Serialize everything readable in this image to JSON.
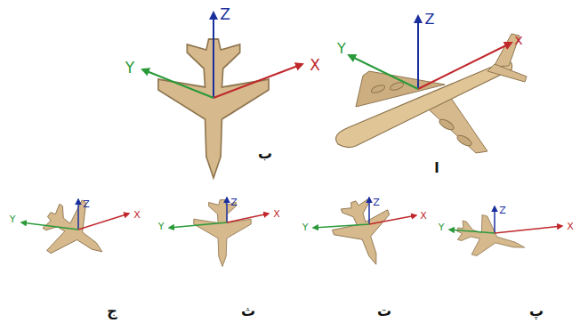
{
  "diagram": {
    "labels": [
      "Z",
      "Y",
      "X",
      "Z",
      "Y",
      "x",
      "ب",
      "ا",
      "Z",
      "Y",
      "X",
      "Z",
      "Y",
      "X",
      "Z",
      "Y",
      "X",
      "Z",
      "Y",
      "X",
      "ج",
      "ث",
      "ت",
      "پ"
    ]
  }
}
